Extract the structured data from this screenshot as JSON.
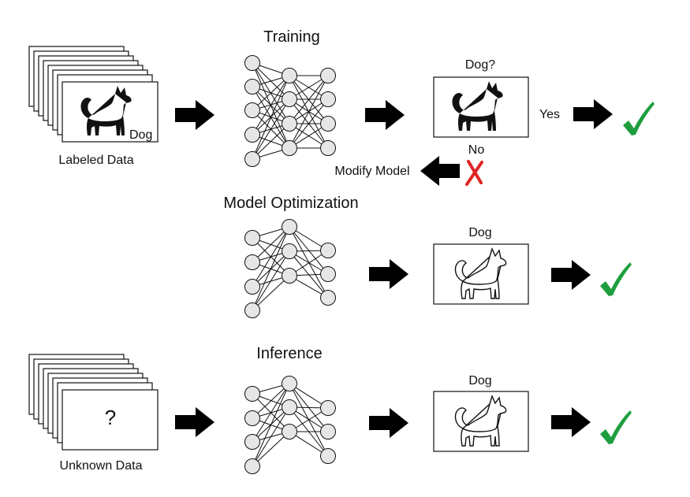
{
  "colors": {
    "background": "#ffffff",
    "node_fill": "#e6e6e6",
    "stroke": "#111111",
    "check": "#1e9e3e",
    "cross": "#e02424"
  },
  "training": {
    "title": "Training",
    "stack_label": "Labeled Data",
    "card_text": "Dog",
    "result_label": "Dog?",
    "yes_label": "Yes",
    "no_label": "No",
    "modify_label": "Modify Model"
  },
  "optimization": {
    "title": "Model Optimization",
    "result_label": "Dog"
  },
  "inference": {
    "title": "Inference",
    "stack_label": "Unknown Data",
    "card_text": "?",
    "result_label": "Dog"
  },
  "icons": {
    "arrow": "right-arrow-icon",
    "left_arrow": "left-arrow-icon",
    "check": "check-mark-icon",
    "cross": "cross-mark-icon",
    "dog_silhouette": "dog-silhouette-icon",
    "dog_outline": "dog-outline-icon"
  }
}
